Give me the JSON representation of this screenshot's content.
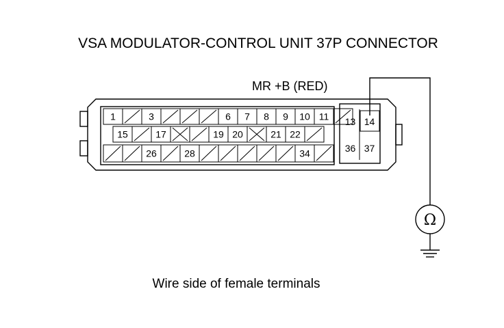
{
  "title": "VSA MODULATOR-CONTROL UNIT 37P CONNECTOR",
  "probe_label": "MR  +B (RED)",
  "caption": "Wire side of female terminals",
  "meter_symbol": "Ω",
  "meter_icon": "ohmmeter-icon",
  "ground_icon": "ground-icon",
  "connector": {
    "rows": [
      [
        "1",
        "",
        "3",
        "",
        "",
        "",
        "6",
        "7",
        "8",
        "9",
        "10",
        "11",
        ""
      ],
      [
        "15",
        "",
        "17",
        "x",
        "",
        "19",
        "20",
        "x",
        "21",
        "22",
        ""
      ],
      [
        "",
        "",
        "26",
        "",
        "28",
        "",
        "",
        "",
        "",
        "",
        "34",
        ""
      ]
    ],
    "side_pins": [
      [
        "13",
        "14"
      ],
      [
        "36",
        "37"
      ]
    ]
  }
}
